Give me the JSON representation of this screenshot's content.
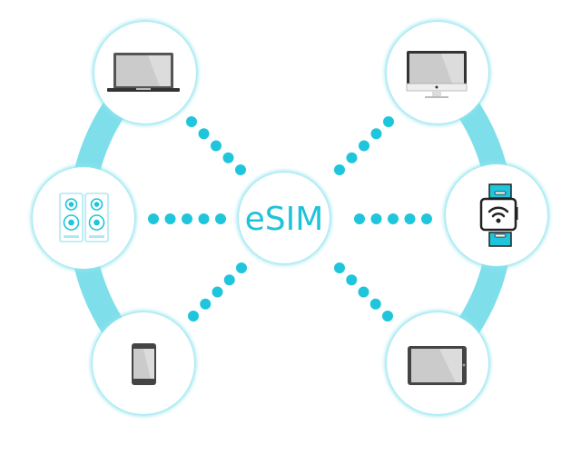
{
  "center": {
    "label": "eSIM"
  },
  "colors": {
    "arc": "#7edfea",
    "dots": "#1fc6db",
    "ring": "#8fe3ee",
    "text": "#1fc3d9"
  },
  "devices": [
    {
      "name": "laptop",
      "icon": "laptop-icon"
    },
    {
      "name": "speakers",
      "icon": "speakers-icon"
    },
    {
      "name": "smartphone",
      "icon": "smartphone-icon"
    },
    {
      "name": "desktop-monitor",
      "icon": "monitor-icon"
    },
    {
      "name": "smartwatch",
      "icon": "smartwatch-icon"
    },
    {
      "name": "tablet",
      "icon": "tablet-icon"
    }
  ]
}
